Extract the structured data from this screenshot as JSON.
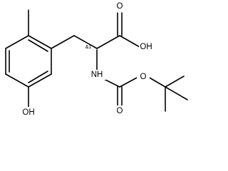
{
  "molecule": {
    "atoms": {
      "oh_acid": "OH",
      "o_acid": "O",
      "nh": "NH",
      "o_ester": "O",
      "o_carbonyl": "O",
      "oh_phenol": "OH"
    },
    "stereo_label": "&1"
  }
}
